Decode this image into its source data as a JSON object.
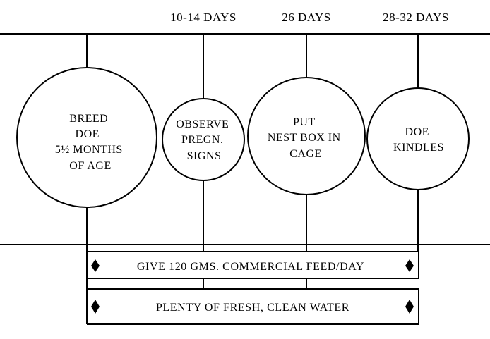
{
  "timeline": {
    "headers": [
      "10-14 DAYS",
      "26 DAYS",
      "28-32 DAYS"
    ]
  },
  "stages": [
    {
      "lines": [
        "BREED",
        "DOE",
        "5½ MONTHS",
        "OF AGE"
      ]
    },
    {
      "lines": [
        "OBSERVE",
        "PREGN.",
        "SIGNS"
      ]
    },
    {
      "lines": [
        "PUT",
        "NEST BOX IN",
        "CAGE"
      ]
    },
    {
      "lines": [
        "DOE",
        "KINDLES"
      ]
    }
  ],
  "bars": [
    {
      "label": "GIVE 120 GMS. COMMERCIAL FEED/DAY"
    },
    {
      "label": "PLENTY OF FRESH, CLEAN WATER"
    }
  ],
  "colors": {
    "ink": "#000000",
    "paper": "#ffffff"
  }
}
